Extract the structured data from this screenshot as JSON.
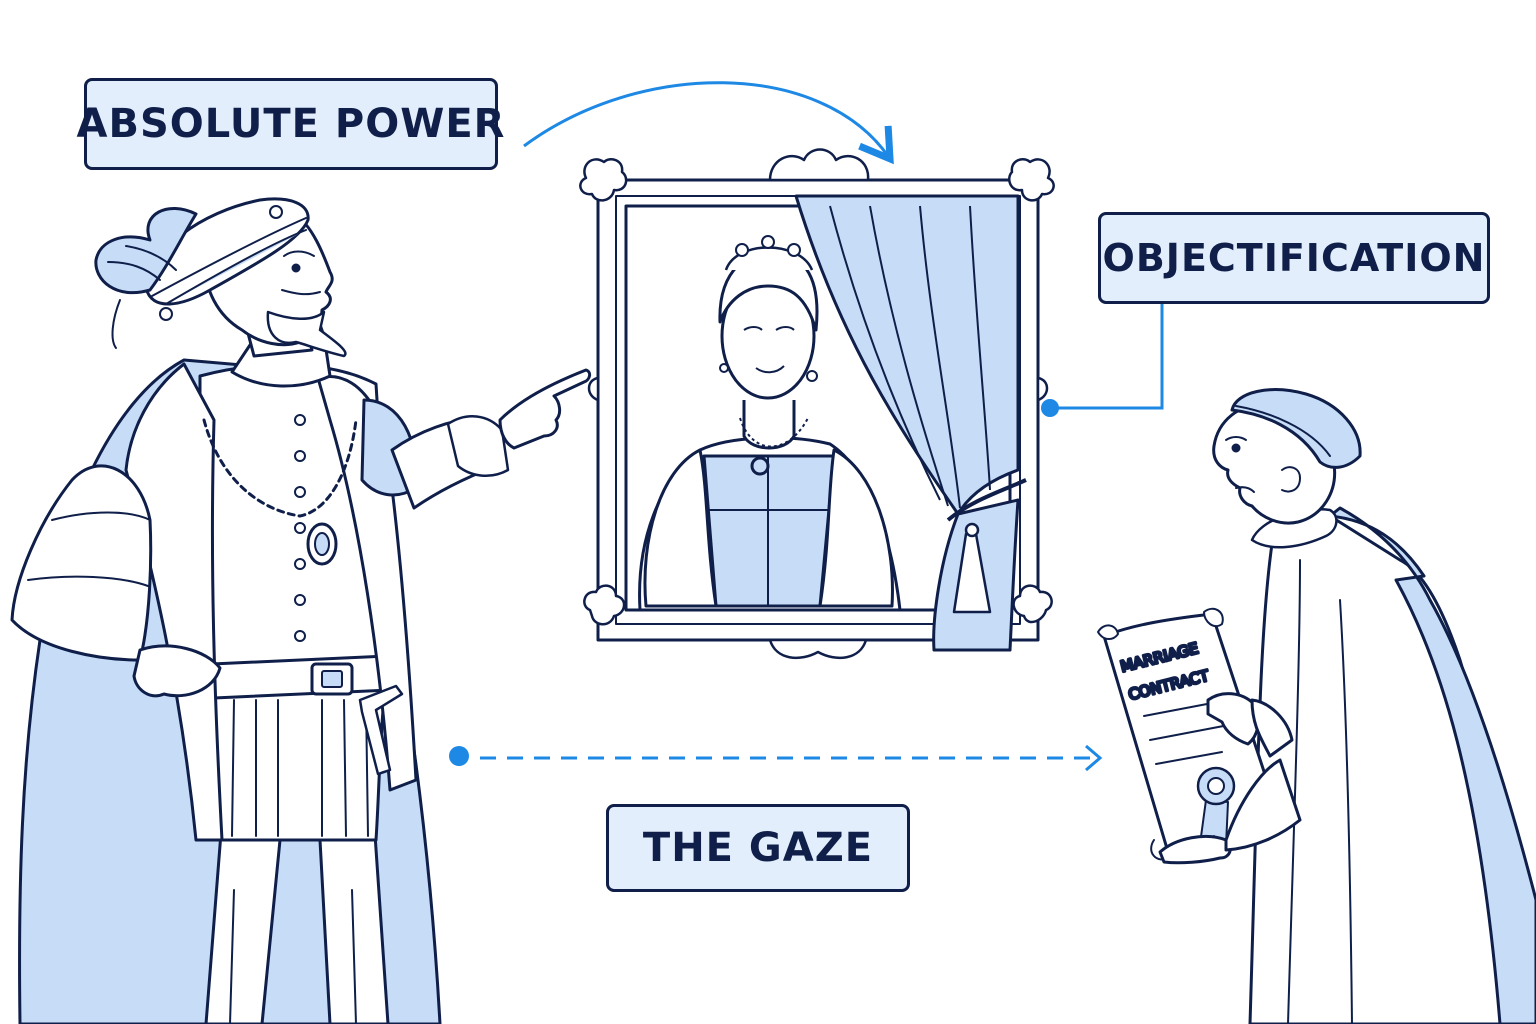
{
  "labels": {
    "absolute_power": "ABSOLUTE POWER",
    "objectification": "OBJECTIFICATION",
    "the_gaze": "THE GAZE"
  },
  "document": {
    "line1": "MARRIAGE",
    "line2": "CONTRACT"
  },
  "colors": {
    "ink": "#0f1f4a",
    "accent": "#1e88e5",
    "fill": "#d6e6fb",
    "label_fill": "#e3eefc"
  }
}
